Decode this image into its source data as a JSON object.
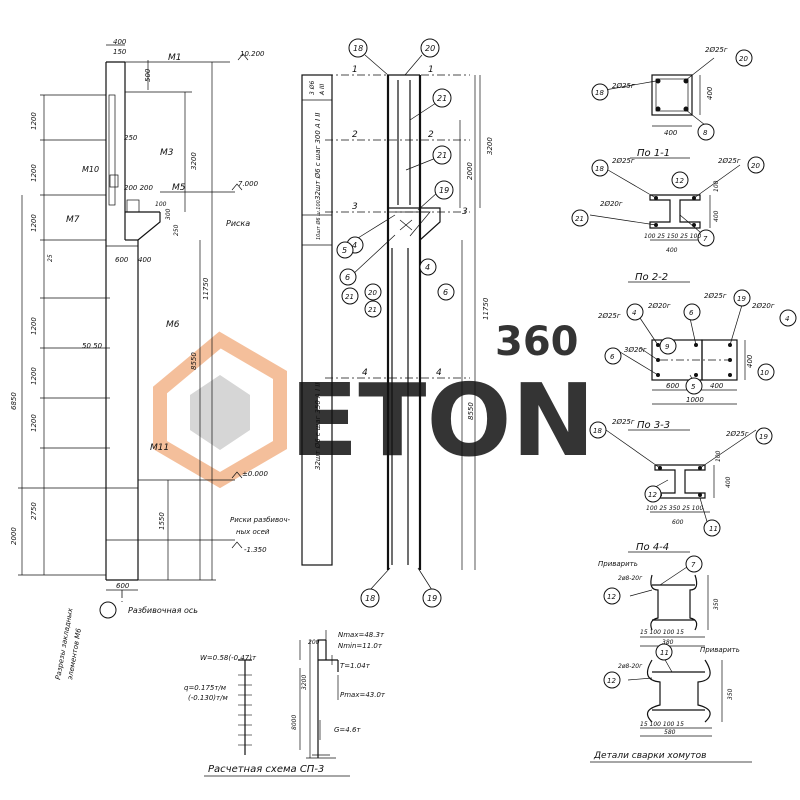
{
  "watermark": {
    "brand": "ETON",
    "number": "360",
    "color_orange": "#f3b48a",
    "color_gray": "#cfcfcf"
  },
  "elevation": {
    "top_width": "400",
    "top_offset": "150",
    "mark_m1": "М1",
    "level_top": "10.200",
    "dim_500": "500",
    "dim_1200_a": "1200",
    "dim_1200_b": "1200",
    "dim_1200_c": "1200",
    "dim_1200_d": "1200",
    "dim_1200_e": "1200",
    "dim_1200_f": "1200",
    "dim_250": "250",
    "mark_m3": "М3",
    "mark_m10": "М10",
    "dims_200_200": "200 200",
    "mark_m5": "М5",
    "level_7000": "7.000",
    "dim_3200": "3200",
    "dim_100": "100",
    "dim_300": "300",
    "dim_250b": "250",
    "mark_riska": "Риска",
    "mark_m7": "М7",
    "dim_600": "600",
    "dim_400": "400",
    "dim_25": "25",
    "dim_11750": "11750",
    "mark_m6": "М6",
    "dims_50_50": "50 50",
    "dim_8550": "8550",
    "dim_6850": "6850",
    "mark_m11": "М11",
    "dim_2750": "2750",
    "dim_2000": "2000",
    "level_0000": "±0.000",
    "dim_1550": "1550",
    "risk_note_1": "Риски разбивоч-",
    "risk_note_2": "ных осей",
    "level_minus": "-1.350",
    "dim_600_bottom": "600",
    "axis_label": "Разбивочная ось",
    "side_note_1": "Разрезы закладных",
    "side_note_2": "элементов М6"
  },
  "rebar": {
    "c18": "18",
    "c20": "20",
    "c21": "21",
    "c19": "19",
    "c4": "4",
    "c5": "5",
    "c6": "6",
    "sec1": "1",
    "sec2": "2",
    "sec3": "3",
    "sec4": "4",
    "dim_3200": "3200",
    "dim_2000": "2000",
    "dim_11750": "11750",
    "dim_8550": "8550",
    "strip_top_1": "3 Ø6",
    "strip_top_2": "А III",
    "strip_mid": "32шт Ø6 с шаг 300 А I II",
    "strip_small": "10шт Ø6 ш.100",
    "strip_low": "32шт Ø6 с шаг 350 А I II",
    "c18b": "18",
    "c19b": "19"
  },
  "sections": {
    "s11_title": "По 1-1",
    "s11_c20": "20",
    "s11_bars_a": "2Ø25г",
    "s11_bars_b": "2Ø25г",
    "s11_c18": "18",
    "s11_c8": "8",
    "s11_w": "400",
    "s11_h": "400",
    "s22_title": "По 2-2",
    "s22_c18": "18",
    "s22_bars_a": "2Ø25г",
    "s22_c12": "12",
    "s22_bars_b": "2Ø25г",
    "s22_c20": "20",
    "s22_c21": "21",
    "s22_bars_c": "2Ø20г",
    "s22_c7": "7",
    "s22_h1": "100",
    "s22_h2": "400",
    "s22_dims": "100 25 150 25 100",
    "s22_w": "400",
    "s33_title": "По 3-3",
    "s33_bars_a": "2Ø25г",
    "s33_c4": "4",
    "s33_bars_b": "2Ø20г",
    "s33_c6": "6",
    "s33_bars_c": "2Ø25г",
    "s33_c19": "19",
    "s33_bars_d": "2Ø20г",
    "s33_c4b": "4",
    "s33_c9": "9",
    "s33_c6b": "6",
    "s33_bars_e": "3Ø20г",
    "s33_c5": "5",
    "s33_c10": "10",
    "s33_h": "400",
    "s33_w1": "600",
    "s33_w2": "400",
    "s33_wt": "1000",
    "s44_title": "По 4-4",
    "s44_c18": "18",
    "s44_bars_a": "2Ø25г",
    "s44_bars_b": "2Ø25г",
    "s44_c19": "19",
    "s44_c12": "12",
    "s44_h1": "100",
    "s44_h2": "400",
    "s44_dims": "100 25 350 25 100",
    "s44_c11": "11",
    "s44_w": "600",
    "weld_note_a": "Приварить",
    "weld_c7": "7",
    "weld_c12a": "12",
    "weld_bars_a": "2ø8-20г",
    "weld_dims_a": "15 100 100 15",
    "weld_w_a": "380",
    "weld_h_a": "350",
    "weld_note_b": "Приварить",
    "weld_c11": "11",
    "weld_c12b": "12",
    "weld_bars_b": "2ø8-20г",
    "weld_dims_b": "15 100 100 15",
    "weld_w_b": "580",
    "weld_h_b": "350",
    "weld_title": "Детали сварки хомутов"
  },
  "calc": {
    "title": "Расчетная схема СП-3",
    "w_load": "W=0.58(-0.47)т",
    "q_load": "q=0.175т/м",
    "q_load2": "(-0.130)т/м",
    "n_max": "Nmax=48.3т",
    "n_min": "Nmin=11.0т",
    "t_load": "T=1.04т",
    "p_max": "Pmax=43.0т",
    "g_load": "G=4.6т",
    "dim_200": "200",
    "dim_3200": "3200",
    "dim_8000": "8000"
  }
}
